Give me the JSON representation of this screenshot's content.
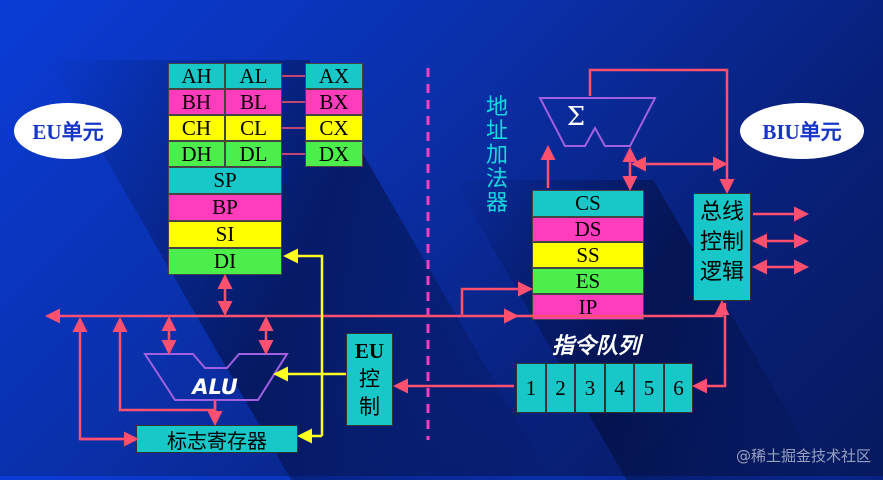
{
  "eu_label": "EU单元",
  "biu_label": "BIU单元",
  "registers": {
    "rows": [
      {
        "hi": "AH",
        "lo": "AL",
        "full": "AX",
        "color": "cyan"
      },
      {
        "hi": "BH",
        "lo": "BL",
        "full": "BX",
        "color": "mag"
      },
      {
        "hi": "CH",
        "lo": "CL",
        "full": "CX",
        "color": "yel"
      },
      {
        "hi": "DH",
        "lo": "DL",
        "full": "DX",
        "color": "grn"
      }
    ],
    "pointers": [
      {
        "name": "SP",
        "color": "cyan"
      },
      {
        "name": "BP",
        "color": "mag"
      },
      {
        "name": "SI",
        "color": "yel"
      },
      {
        "name": "DI",
        "color": "grn"
      }
    ]
  },
  "alu_label": "ALU",
  "flags_label": "标志寄存器",
  "eu_control": [
    "EU",
    "控",
    "制"
  ],
  "address_adder": [
    "地",
    "址",
    "加",
    "法",
    "器"
  ],
  "sigma": "Σ",
  "segment_registers": [
    {
      "name": "CS",
      "color": "cyan"
    },
    {
      "name": "DS",
      "color": "mag"
    },
    {
      "name": "SS",
      "color": "yel"
    },
    {
      "name": "ES",
      "color": "grn"
    },
    {
      "name": "IP",
      "color": "mag"
    }
  ],
  "bus_control": [
    "总线",
    "控制",
    "逻辑"
  ],
  "queue_label": "指令队列",
  "queue_cells": [
    "1",
    "2",
    "3",
    "4",
    "5",
    "6"
  ],
  "watermark": "@稀土掘金技术社区",
  "colors": {
    "cyan": "#18c8c8",
    "mag": "#ff3cbc",
    "yel": "#ffff00",
    "grn": "#4cee4c",
    "arrow": "#ff5070",
    "yellow_arrow": "#ffff20"
  }
}
